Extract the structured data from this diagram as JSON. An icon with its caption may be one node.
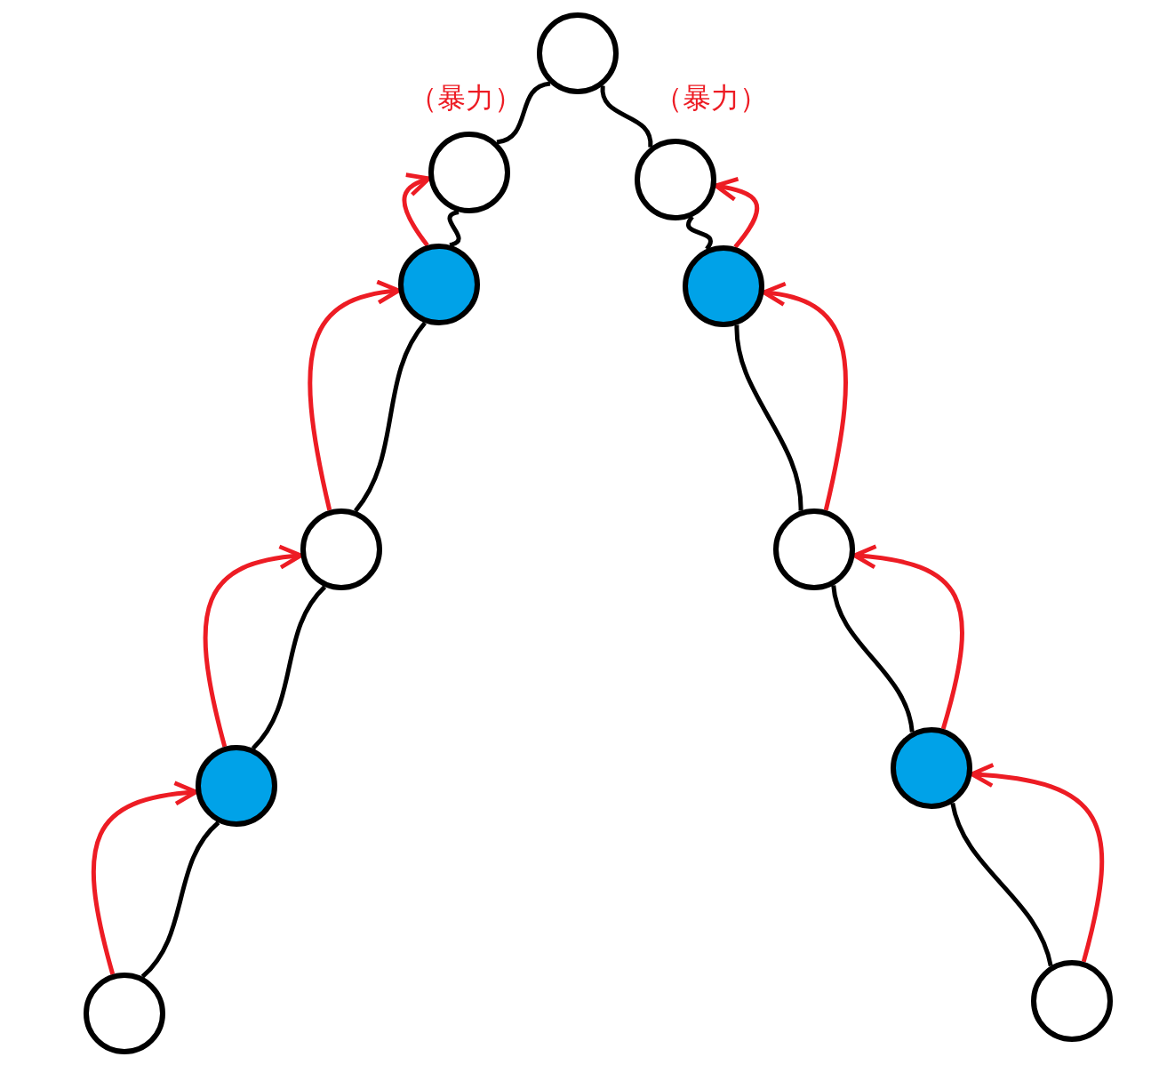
{
  "diagram": {
    "nodes": [
      {
        "text": [],
        "shape": "circle"
      },
      {
        "text": [],
        "shape": "circle"
      },
      {
        "text": [],
        "shape": "circle"
      },
      {
        "text": [],
        "shape": "circle"
      },
      {
        "text": [],
        "shape": "circle"
      },
      {
        "text": [],
        "shape": "circle"
      },
      {
        "text": [],
        "shape": "circle"
      },
      {
        "text": [],
        "shape": "circle"
      },
      {
        "text": [],
        "shape": "circle"
      },
      {
        "text": [],
        "shape": "circle"
      },
      {
        "text": [],
        "shape": "circle"
      }
    ],
    "edges": [
      {
        "from": 0,
        "to": 1,
        "arrow": "none"
      },
      {
        "from": 1,
        "to": 2,
        "arrow": "none"
      },
      {
        "from": 2,
        "to": 3,
        "arrow": "none"
      },
      {
        "from": 3,
        "to": 4,
        "arrow": "none"
      },
      {
        "from": 4,
        "to": 5,
        "arrow": "none"
      },
      {
        "from": 0,
        "to": 6,
        "arrow": "none"
      },
      {
        "from": 6,
        "to": 7,
        "arrow": "none"
      },
      {
        "from": 7,
        "to": 8,
        "arrow": "none"
      },
      {
        "from": 8,
        "to": 9,
        "arrow": "none"
      },
      {
        "from": 9,
        "to": 10,
        "arrow": "none"
      },
      {
        "from": 5,
        "to": 4,
        "arrow": "to",
        "color": "#ed1c24"
      },
      {
        "from": 4,
        "to": 3,
        "arrow": "to",
        "color": "#ed1c24"
      },
      {
        "from": 3,
        "to": 2,
        "arrow": "to",
        "color": "#ed1c24"
      },
      {
        "from": 2,
        "to": 1,
        "arrow": "to",
        "color": "#ed1c24"
      },
      {
        "from": 10,
        "to": 9,
        "arrow": "to",
        "color": "#ed1c24"
      },
      {
        "from": 9,
        "to": 8,
        "arrow": "to",
        "color": "#ed1c24"
      },
      {
        "from": 8,
        "to": 7,
        "arrow": "to",
        "color": "#ed1c24"
      },
      {
        "from": 7,
        "to": 6,
        "arrow": "to",
        "color": "#ed1c24"
      }
    ],
    "labels": [
      "（暴力）",
      "（暴力）"
    ]
  }
}
